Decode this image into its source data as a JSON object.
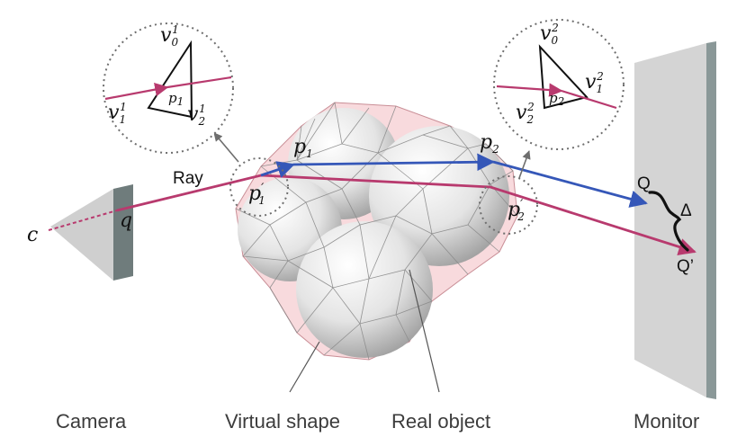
{
  "captions": {
    "camera": "Camera",
    "virtual_shape": "Virtual shape",
    "real_object": "Real object",
    "monitor": "Monitor"
  },
  "labels": {
    "ray": "Ray",
    "camera_center": "c",
    "image_point": "q",
    "p1": "p",
    "p1_sub": "1",
    "p2": "p",
    "p2_sub": "2",
    "p1_prime": "p",
    "p1_prime_sub": "1",
    "p2_prime": "p",
    "p2_prime_sub": "2",
    "prime": "′",
    "Q": "Q",
    "Q_prime": "Q’",
    "delta": "Δ"
  },
  "inset_left": {
    "v0": "v",
    "v0_sub": "0",
    "v0_sup": "1",
    "v1": "v",
    "v1_sub": "1",
    "v1_sup": "1",
    "v2": "v",
    "v2_sub": "2",
    "v2_sup": "1",
    "p": "p",
    "p_sub": "1"
  },
  "inset_right": {
    "v0": "v",
    "v0_sub": "0",
    "v0_sup": "2",
    "v1": "v",
    "v1_sub": "1",
    "v1_sup": "2",
    "v2": "v",
    "v2_sub": "2",
    "v2_sup": "2",
    "p": "p",
    "p_sub": "2"
  },
  "colors": {
    "refracted_ray": "#b83a6e",
    "virtual_ray": "#3557b8",
    "virtual_shape_fill": "#f6cdd2",
    "mesh_line": "#8a8a8a",
    "monitor_face": "#d4d4d4",
    "monitor_edge": "#8a9898",
    "camera_face": "#cfcfcf",
    "camera_plane": "#6f7c7c"
  }
}
